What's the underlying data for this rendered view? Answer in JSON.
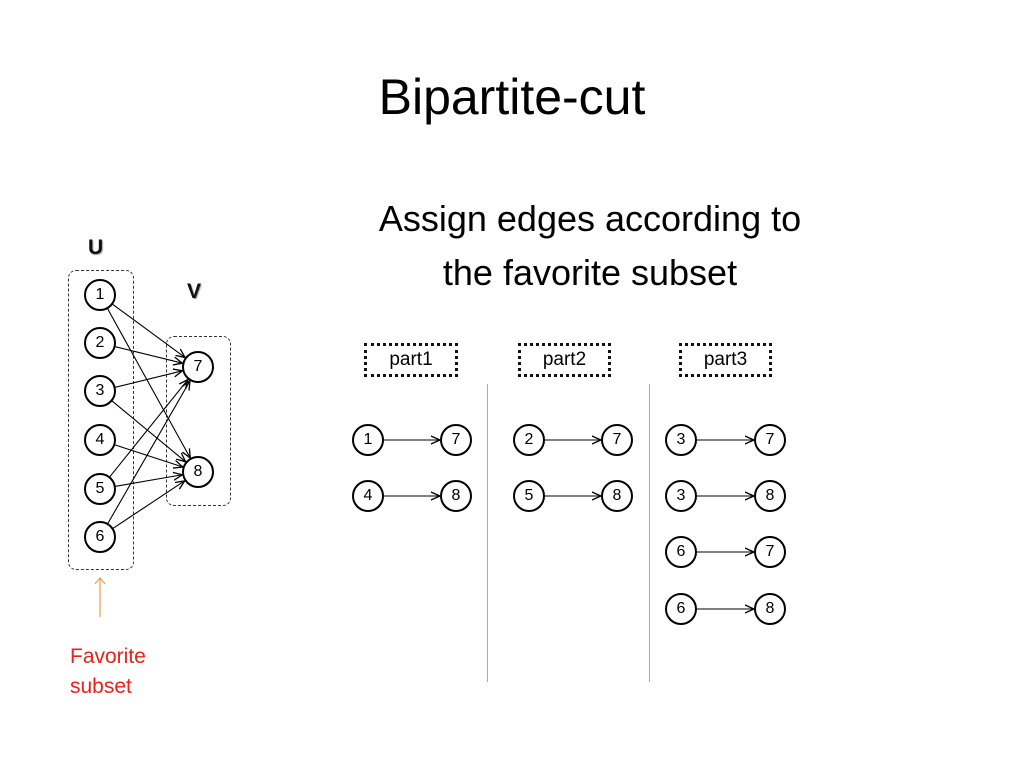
{
  "title": "Bipartite-cut",
  "subtitle_lines": [
    "Assign edges according to",
    "the favorite subset"
  ],
  "graph": {
    "u_label": "U",
    "v_label": "V",
    "u_nodes": [
      "1",
      "2",
      "3",
      "4",
      "5",
      "6"
    ],
    "v_nodes": [
      "7",
      "8"
    ],
    "edges": [
      [
        "1",
        "7"
      ],
      [
        "2",
        "7"
      ],
      [
        "3",
        "7"
      ],
      [
        "4",
        "8"
      ],
      [
        "5",
        "8"
      ],
      [
        "6",
        "8"
      ],
      [
        "3",
        "8"
      ],
      [
        "6",
        "7"
      ],
      [
        "1",
        "8"
      ],
      [
        "5",
        "7"
      ]
    ]
  },
  "favorite": {
    "lines": [
      "Favorite",
      "subset"
    ],
    "color": "#e8221c",
    "arrow_color": "#f0a060"
  },
  "parts": [
    {
      "label": "part1",
      "edges": [
        [
          "1",
          "7"
        ],
        [
          "4",
          "8"
        ]
      ]
    },
    {
      "label": "part2",
      "edges": [
        [
          "2",
          "7"
        ],
        [
          "5",
          "8"
        ]
      ]
    },
    {
      "label": "part3",
      "edges": [
        [
          "3",
          "7"
        ],
        [
          "3",
          "8"
        ],
        [
          "6",
          "7"
        ],
        [
          "6",
          "8"
        ]
      ]
    }
  ],
  "divider_color": "#8fb1cf"
}
